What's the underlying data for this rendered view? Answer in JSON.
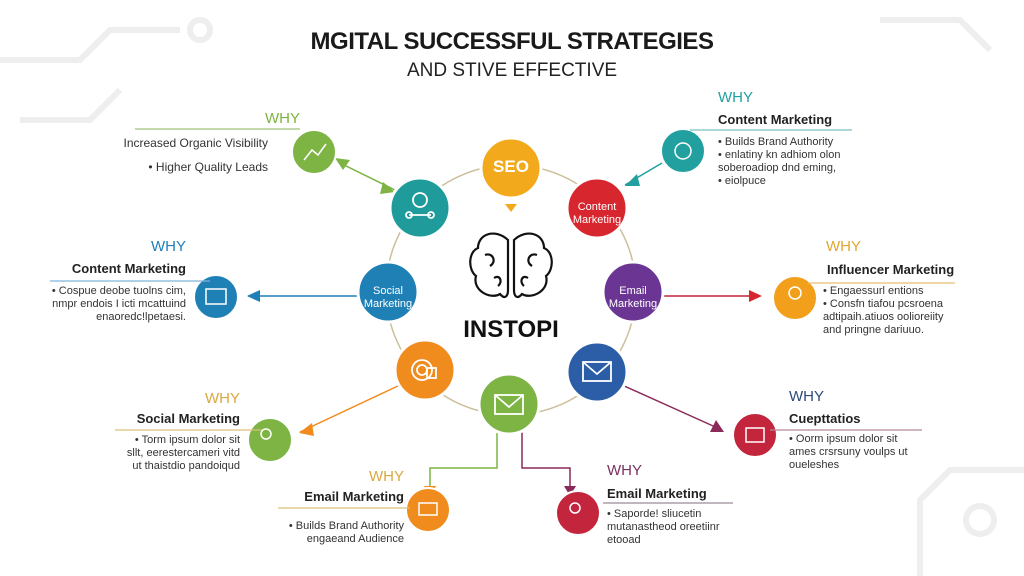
{
  "header": {
    "title": "MGITAL SUCCESSFUL STRATEGIES",
    "subtitle": "AND STIVE EFFECTIVE"
  },
  "center": {
    "label": "INSTOPI",
    "icon": "brain-icon"
  },
  "ring": [
    {
      "label": "SEO",
      "color": "#f2a91c"
    },
    {
      "label": "Content Marketing",
      "line1": "Content",
      "line2": "Marketing",
      "color": "#d8262f"
    },
    {
      "label": "Email Marketing",
      "line1": "Email",
      "line2": "Marketing",
      "color": "#6b3693"
    },
    {
      "label": "",
      "icon": "envelope-icon",
      "color": "#2c5ea7"
    },
    {
      "label": "",
      "icon": "envelope-icon",
      "color": "#7db443"
    },
    {
      "label": "",
      "icon": "target-icon",
      "color": "#f08b1d"
    },
    {
      "label": "Social Marketing",
      "line1": "Social",
      "line2": "Marketing",
      "color": "#1f80b6"
    },
    {
      "label": "",
      "icon": "network-icon",
      "color": "#1f9b9b"
    }
  ],
  "cards": [
    {
      "why": "WHY",
      "title": "Increased Organic Visibility",
      "bullets": [
        "• Higher Quality Leads"
      ],
      "icon": "chart-icon",
      "color": "#7db443"
    },
    {
      "why": "WHY",
      "title": "Content Marketing",
      "bullets": [
        "• Builds Brand Authority",
        "• enlatiny kn adhiom olon",
        "soberoadiop dnd eming,",
        "• eiolpuce"
      ],
      "icon": "gear-icon",
      "color": "#22a0a0"
    },
    {
      "why": "WHY",
      "title": "Content Marketing",
      "bullets": [
        "• Cospue deobe tuolns cim,",
        "nmpr endois I icti mcattuind",
        "enaoredc!lpetaesi."
      ],
      "icon": "browser-icon",
      "color": "#1f80b6"
    },
    {
      "why": "WHY",
      "title": "Influencer Marketing",
      "bullets": [
        "• Engaessurl entions",
        "• Consfn tiafou pcsroena",
        "adtipaih.atiuos oolioreiity",
        "and pringne dariuuo."
      ],
      "icon": "person-icon",
      "color": "#f2a01c"
    },
    {
      "why": "WHY",
      "title": "Social Marketing",
      "bullets": [
        "• Torm ipsum dolor sit",
        "sllt, eerestercameri vitd",
        "ut thaistdio pandoiqud"
      ],
      "icon": "users-icon",
      "color": "#7db443"
    },
    {
      "why": "WHY",
      "title": "Email Marketing",
      "bullets": [
        "• Builds Brand Authority",
        "engaeand Audience"
      ],
      "icon": "chat-icon",
      "color": "#f08b1d"
    },
    {
      "why": "WHY",
      "title": "Cuepttatios",
      "bullets": [
        "• Oorm ipsum dolor sit",
        "ames crsrsuny voulps ut",
        "oueleshes"
      ],
      "icon": "building-icon",
      "color": "#c2253c"
    },
    {
      "why": "WHY",
      "title": "Email Marketing",
      "bullets": [
        "• Saporde! sliucetin",
        "mutanastheod oreetiinr",
        "etooad"
      ],
      "icon": "people-icon",
      "color": "#c2253c"
    }
  ]
}
